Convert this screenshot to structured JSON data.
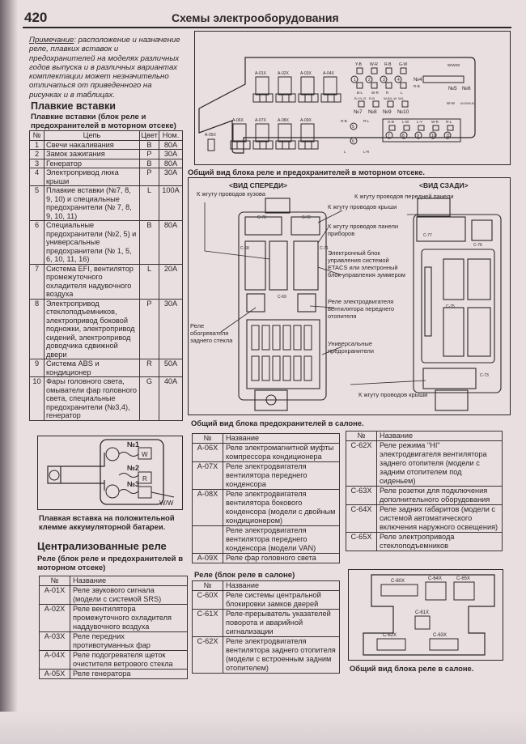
{
  "header": {
    "page_number": "420",
    "title": "Схемы электрооборудования"
  },
  "note": {
    "label": "Примечание",
    "text": ": расположение и назначение реле, плавких вставок и предохранителей на моделях различных годов выпуска и в различных вариантах комплектации может незначительно отличаться от приведенного на рисунках и в таблицах."
  },
  "fusible": {
    "heading": "Плавкие вставки",
    "subheading": "Плавкие вставки (блок реле и предохранителей в моторном отсеке)",
    "columns": [
      "№",
      "Цепь",
      "Цвет",
      "Ном."
    ],
    "rows": [
      [
        "1",
        "Свечи накаливания",
        "B",
        "80A"
      ],
      [
        "2",
        "Замок зажигания",
        "P",
        "30A"
      ],
      [
        "3",
        "Генератор",
        "B",
        "80A"
      ],
      [
        "4",
        "Электропривод люка крыши",
        "P",
        "30A"
      ],
      [
        "5",
        "Плавкие вставки (№7, 8, 9, 10) и специальные предохранители (№ 7, 8, 9, 10, 11)",
        "L",
        "100A"
      ],
      [
        "6",
        "Специальные предохранители (№2, 5) и универсальные предохранители (№ 1, 5, 6, 10, 11, 16)",
        "B",
        "80A"
      ],
      [
        "7",
        "Система EFI, вентилятор промежуточного охладителя надувочного воздуха",
        "L",
        "20A"
      ],
      [
        "8",
        "Электропривод стеклоподъемников, электропривод боковой подножки, электропривод сидений, электропривод доводчика сдвижной двери",
        "P",
        "30A"
      ],
      [
        "9",
        "Система ABS и кондиционер",
        "R",
        "50A"
      ],
      [
        "10",
        "Фары головного света, омыватели фар головного света, специальные предохранители (№3,4), генератор",
        "G",
        "40A"
      ]
    ]
  },
  "battery": {
    "labels": {
      "n1": "№1",
      "n2": "№2",
      "n3": "№3",
      "w": "W",
      "r": "R",
      "ww": "W/W"
    },
    "caption": "Плавкая вставка на положительной клемме аккумуляторной батареи."
  },
  "central": {
    "heading": "Централизованные реле",
    "subheading": "Реле (блок реле и предохранителей в моторном отсеке)",
    "columns": [
      "№",
      "Название"
    ],
    "rows": [
      [
        "A-01X",
        "Реле звукового сигнала (модели с системой SRS)"
      ],
      [
        "A-02X",
        "Реле вентилятора промежуточного охладителя наддувочного воздуха"
      ],
      [
        "A-03X",
        "Реле передних противотуманных фар"
      ],
      [
        "A-04X",
        "Реле подогревателя щеток очистителя ветрового стекла"
      ],
      [
        "A-05X",
        "Реле генератора"
      ]
    ]
  },
  "engine_diagram": {
    "caption": "Общий вид блока реле и предохранителей в моторном отсеке.",
    "relays_top": [
      "A-01X",
      "A-02X",
      "A-03X",
      "A-04X"
    ],
    "relays_bottom": [
      "A-06X",
      "A-07X",
      "A-08X",
      "A-09X"
    ],
    "relay_small": "A-05X",
    "wires_top": [
      "Y-B",
      "W-R",
      "R-B",
      "G-W"
    ],
    "fuses_top": [
      "1",
      "2",
      "3",
      "4"
    ],
    "wires_mid": [
      "B-L",
      "W-R",
      "R",
      "L"
    ],
    "fusible_mid": [
      "№7",
      "№8",
      "№9",
      "№10"
    ],
    "wires_fusible": [
      "B-Y/L-R",
      "R-B",
      "W-B/L-W",
      "W/L"
    ],
    "n4": "№4",
    "n5": "№5",
    "n6": "№6",
    "www": "W/W/W",
    "rb": "R-B",
    "ww": "W-W",
    "wrwb": "W-R/W-B",
    "f5": "5",
    "f6": "6",
    "f5_wires": [
      "R-B",
      "R-L"
    ],
    "f6_wires": [
      "L",
      "L-R"
    ],
    "wires_bottom": [
      "G-B",
      "L-W",
      "L-Y",
      "W-R",
      "R-L"
    ],
    "fuses_bottom": [
      "7",
      "8",
      "9",
      "10",
      "11"
    ]
  },
  "cabin_diagram": {
    "caption": "Общий вид блока предохранителей в салоне.",
    "front": "<ВИД СПЕРЕДИ>",
    "rear": "<ВИД СЗАДИ>",
    "body_harness": "К жгуту проводов кузова",
    "roof_harness": "К жгуту проводов крыши",
    "panel_harness": "К жгуту проводов панели приборов",
    "etacs": "Электронный блок управления системой ETACS или электронный блок управления зуммером",
    "front_heater_relay": "Реле электродвигателя вентилятора переднего отопителя",
    "rear_defogger_relay": "Реле обогревателя заднего стекла",
    "universal_fuses": "Универсальные предохранители",
    "roof_harness_rear": "К жгуту проводов крыши",
    "front_panel_harness": "К жгуту проводов передней панели",
    "connectors": [
      "C-70",
      "C-72",
      "C-68",
      "C-71",
      "C-69",
      "C-77",
      "C-76",
      "C-75",
      "C-73"
    ]
  },
  "relay_table_2": {
    "columns": [
      "№",
      "Название"
    ],
    "rows": [
      [
        "A-06X",
        "Реле электромагнитной муфты компрессора кондиционера"
      ],
      [
        "A-07X",
        "Реле электродвигателя вентилятора переднего конденсора"
      ],
      [
        "A-08X",
        "Реле электродвигателя вентилятора бокового конденсора (модели с двойным кондиционером)"
      ],
      [
        "",
        "Реле электродвигателя вентилятора переднего конденсора (модели VAN)"
      ],
      [
        "A-09X",
        "Реле фар головного света"
      ]
    ]
  },
  "cabin_relays": {
    "subheading": "Реле (блок реле в салоне)",
    "columns": [
      "№",
      "Название"
    ],
    "rows": [
      [
        "C-60X",
        "Реле системы центральной блокировки замков дверей"
      ],
      [
        "C-61X",
        "Реле-прерыватель указателей поворота и аварийной сигнализации"
      ],
      [
        "C-62X",
        "Реле электродвигателя вентилятора заднего отопителя (модели с встроенным задним отопителем)"
      ]
    ]
  },
  "relay_table_3": {
    "columns": [
      "№",
      "Название"
    ],
    "rows": [
      [
        "C-62X",
        "Реле режима \"HI\" электродвигателя вентилятора заднего отопителя (модели с задним отопителем под сиденьем)"
      ],
      [
        "C-63X",
        "Реле розетки для подключения дополнительного оборудования"
      ],
      [
        "C-64X",
        "Реле задних габаритов (модели с системой автоматического включения наружного освещения)"
      ],
      [
        "C-65X",
        "Реле электропривода стеклоподъемников"
      ]
    ]
  },
  "cabin_relay_diagram": {
    "caption": "Общий вид блока реле в салоне.",
    "labels": [
      "C-60X",
      "C-64X",
      "C-65X",
      "C-61X",
      "C-62X",
      "C-63X"
    ]
  }
}
